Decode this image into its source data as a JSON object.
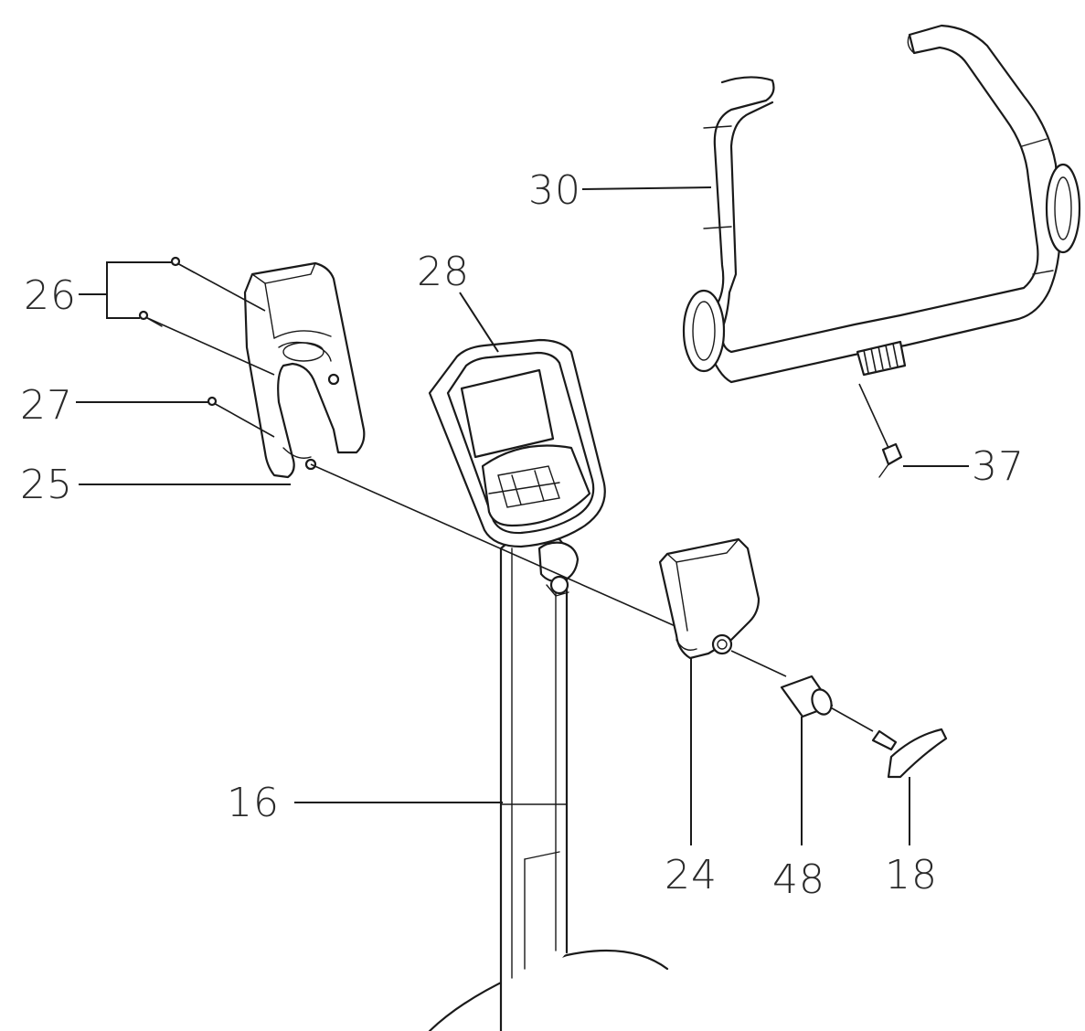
{
  "diagram": {
    "labels": {
      "p16": "16",
      "p18": "18",
      "p24": "24",
      "p25": "25",
      "p26": "26",
      "p27": "27",
      "p28": "28",
      "p30": "30",
      "p37": "37",
      "p48": "48"
    }
  }
}
